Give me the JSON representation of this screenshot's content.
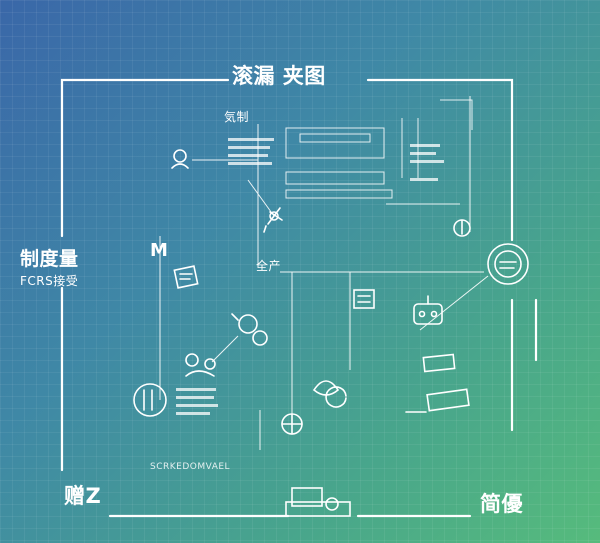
{
  "labels": {
    "title": "滚漏 夹图",
    "left_title": "制度量",
    "left_subtitle": "FCRS接受",
    "left_mark": "M",
    "bottom_left": "赠Z",
    "bottom_right": "简優",
    "top_node": "気制",
    "mid_node": "全产",
    "footer_caption": "SCRKEDOMVAEL"
  },
  "colors": {
    "line": "#ffffff",
    "bg_start": "#3a67a8",
    "bg_end": "#56bb7c"
  },
  "icons": [
    "person-icon",
    "scales-icon",
    "pencil-icon",
    "robot-icon",
    "coin-stack-icon",
    "lab-flask-icon",
    "leaf-icon",
    "target-node-icon",
    "document-icon",
    "printer-icon",
    "globe-icon",
    "tablet-stack-icon"
  ]
}
